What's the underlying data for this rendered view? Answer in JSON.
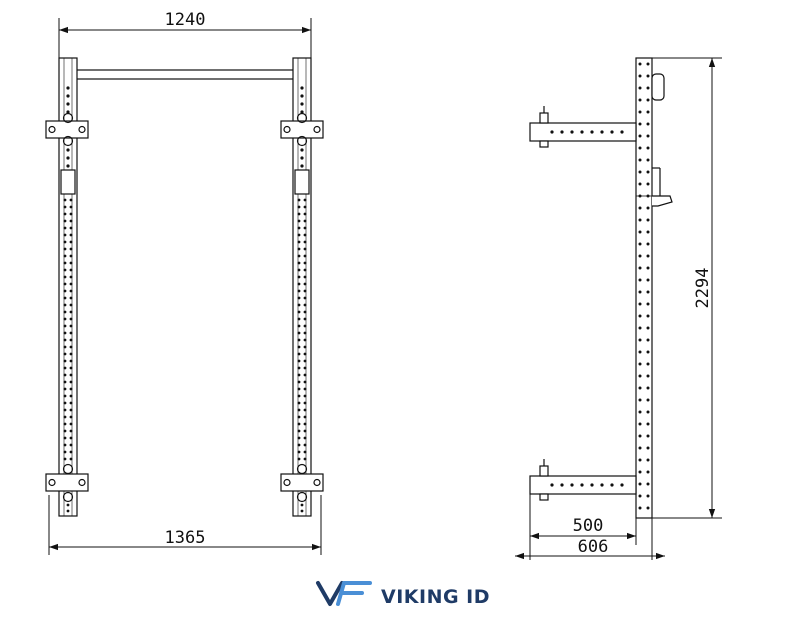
{
  "dimensions": {
    "front_top_width": "1240",
    "front_bottom_width": "1365",
    "side_height": "2294",
    "side_inner_depth": "500",
    "side_total_depth": "606"
  },
  "brand": {
    "logo_icon": "vf-logo-icon",
    "name": "VIKING ID",
    "colors": {
      "dark": "#1f3b66",
      "light": "#4a8fd6"
    }
  },
  "drawing": {
    "line_color": "#111111",
    "background": "#ffffff"
  }
}
